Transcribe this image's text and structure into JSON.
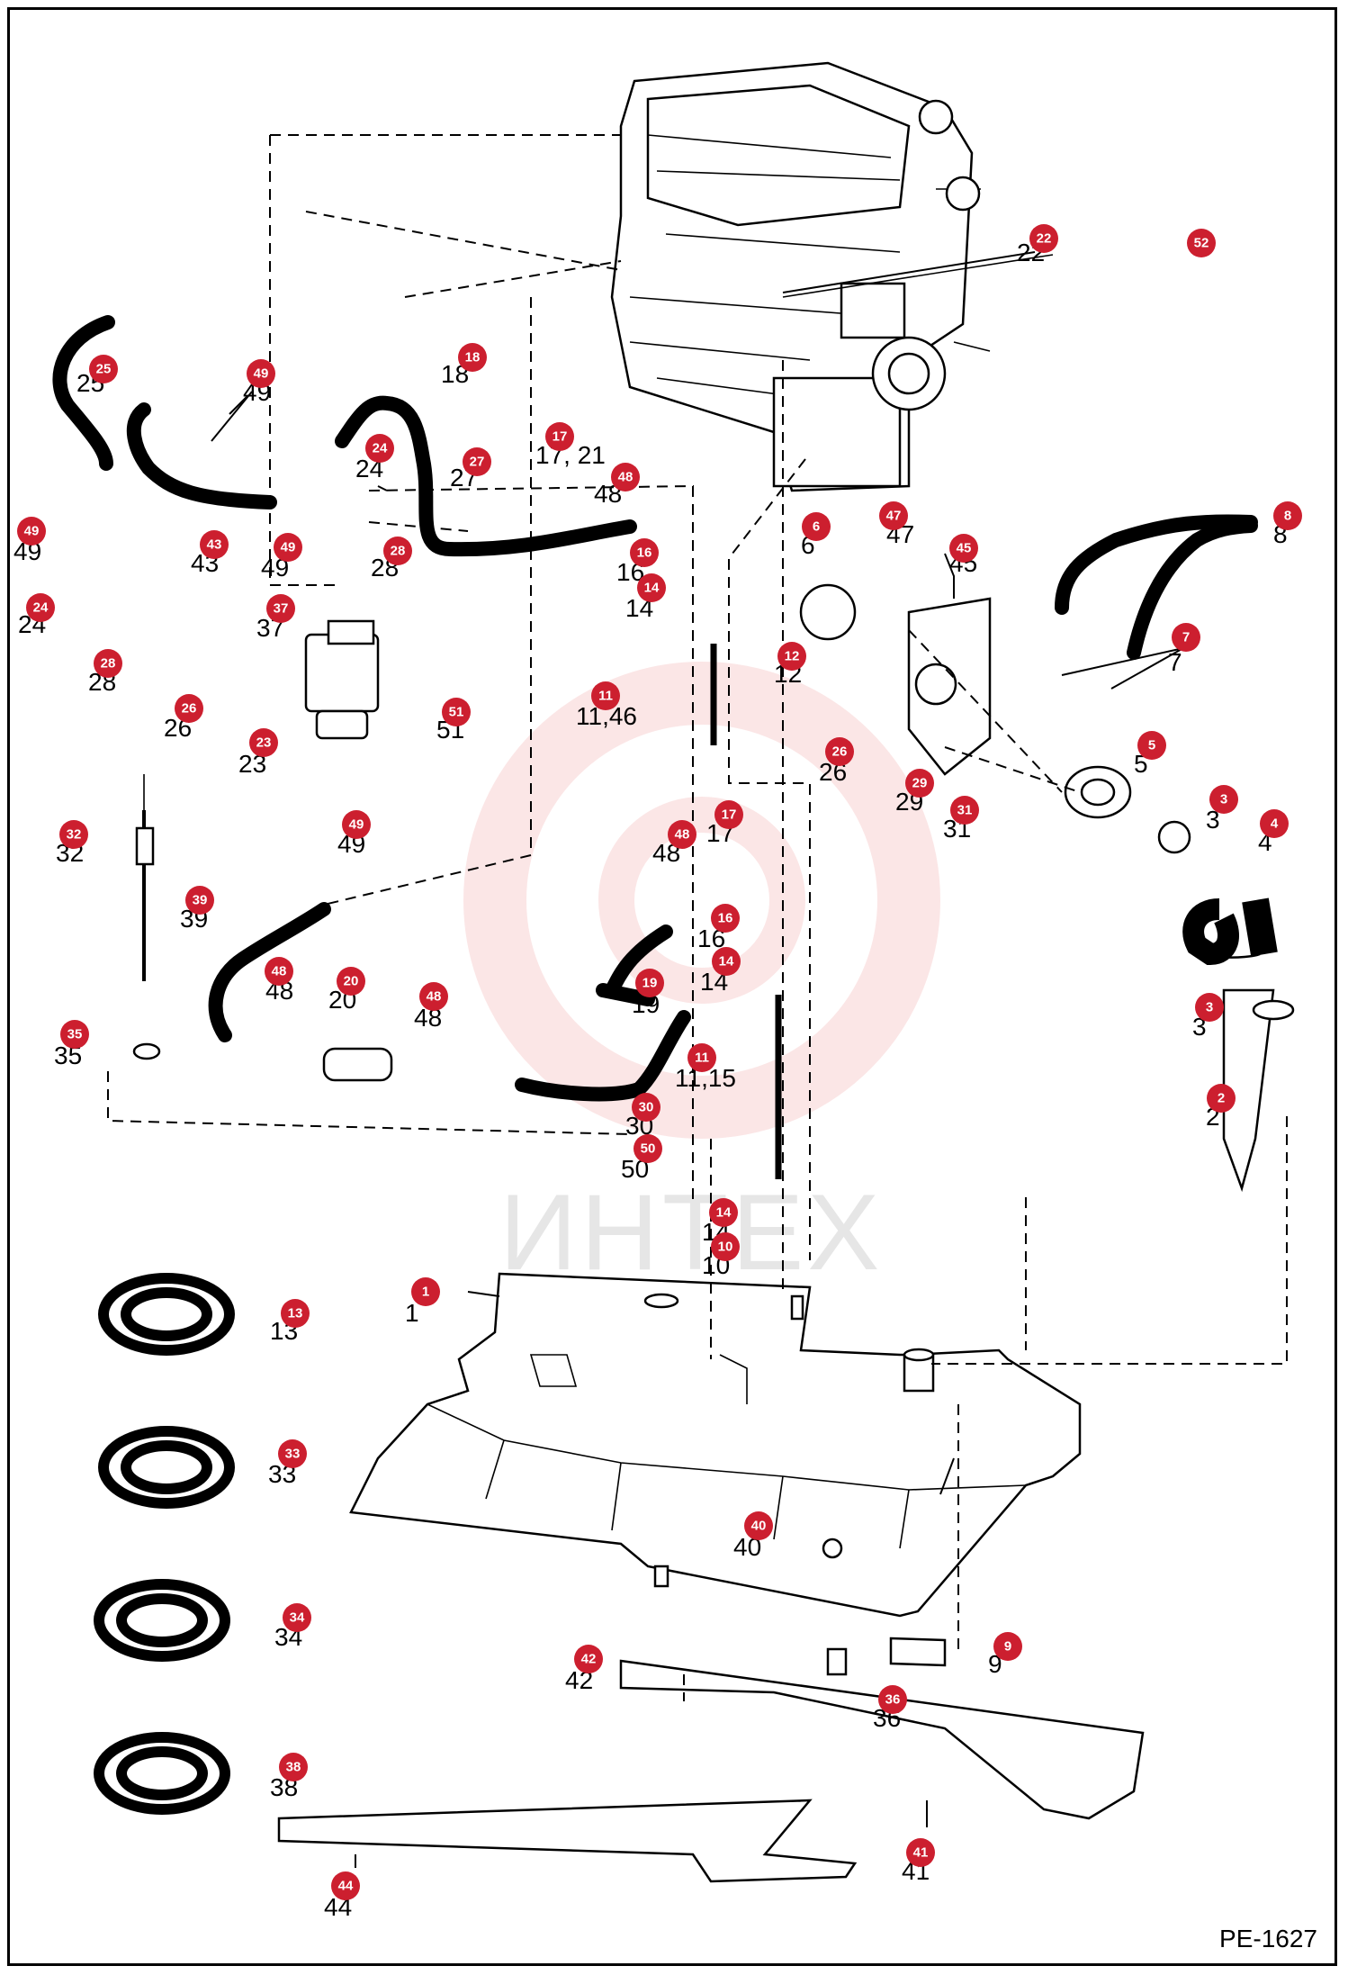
{
  "figure_code": "PE-1627",
  "watermark_text": "ИНТЕХ",
  "colors": {
    "badge": "#cc1f2f",
    "watermark": "#f4b8b8",
    "line": "#000000"
  },
  "callouts": [
    {
      "id": "22",
      "label": "22"
    },
    {
      "id": "52",
      "label": ""
    },
    {
      "id": "25",
      "label": "25"
    },
    {
      "id": "49a",
      "label": "49"
    },
    {
      "id": "18",
      "label": "18"
    },
    {
      "id": "24a",
      "label": "24"
    },
    {
      "id": "27",
      "label": "27"
    },
    {
      "id": "17_21",
      "label": "17, 21"
    },
    {
      "id": "48a",
      "label": "48"
    },
    {
      "id": "43",
      "label": "43"
    },
    {
      "id": "49b",
      "label": "49"
    },
    {
      "id": "49c",
      "label": "49"
    },
    {
      "id": "28a",
      "label": "28"
    },
    {
      "id": "16a",
      "label": "16"
    },
    {
      "id": "14a",
      "label": "14"
    },
    {
      "id": "47",
      "label": "47"
    },
    {
      "id": "6",
      "label": "6"
    },
    {
      "id": "45",
      "label": "45"
    },
    {
      "id": "8",
      "label": "8"
    },
    {
      "id": "24b",
      "label": "24"
    },
    {
      "id": "37",
      "label": "37"
    },
    {
      "id": "28b",
      "label": "28"
    },
    {
      "id": "12",
      "label": "12"
    },
    {
      "id": "7",
      "label": "7"
    },
    {
      "id": "11_46",
      "label": "11,46"
    },
    {
      "id": "26a",
      "label": "26"
    },
    {
      "id": "23",
      "label": "23"
    },
    {
      "id": "51",
      "label": "51"
    },
    {
      "id": "26b",
      "label": "26"
    },
    {
      "id": "5",
      "label": "5"
    },
    {
      "id": "29",
      "label": "29"
    },
    {
      "id": "31",
      "label": "31"
    },
    {
      "id": "3a",
      "label": "3"
    },
    {
      "id": "4",
      "label": "4"
    },
    {
      "id": "32",
      "label": "32"
    },
    {
      "id": "49d",
      "label": "49"
    },
    {
      "id": "48b",
      "label": "48"
    },
    {
      "id": "17b",
      "label": "17"
    },
    {
      "id": "39",
      "label": "39"
    },
    {
      "id": "16b",
      "label": "16"
    },
    {
      "id": "14b",
      "label": "14"
    },
    {
      "id": "48c",
      "label": "48"
    },
    {
      "id": "20",
      "label": "20"
    },
    {
      "id": "48d",
      "label": "48"
    },
    {
      "id": "19",
      "label": "19"
    },
    {
      "id": "35",
      "label": "35"
    },
    {
      "id": "11_15",
      "label": "11,15"
    },
    {
      "id": "3b",
      "label": "3"
    },
    {
      "id": "2",
      "label": "2"
    },
    {
      "id": "30",
      "label": "30"
    },
    {
      "id": "50",
      "label": "50"
    },
    {
      "id": "14c",
      "label": "14"
    },
    {
      "id": "10",
      "label": "10"
    },
    {
      "id": "1",
      "label": "1"
    },
    {
      "id": "13",
      "label": "13"
    },
    {
      "id": "33",
      "label": "33"
    },
    {
      "id": "34",
      "label": "34"
    },
    {
      "id": "40",
      "label": "40"
    },
    {
      "id": "9",
      "label": "9"
    },
    {
      "id": "42",
      "label": "42"
    },
    {
      "id": "36",
      "label": "36"
    },
    {
      "id": "38",
      "label": "38"
    },
    {
      "id": "41",
      "label": "41"
    },
    {
      "id": "44",
      "label": "44"
    }
  ]
}
